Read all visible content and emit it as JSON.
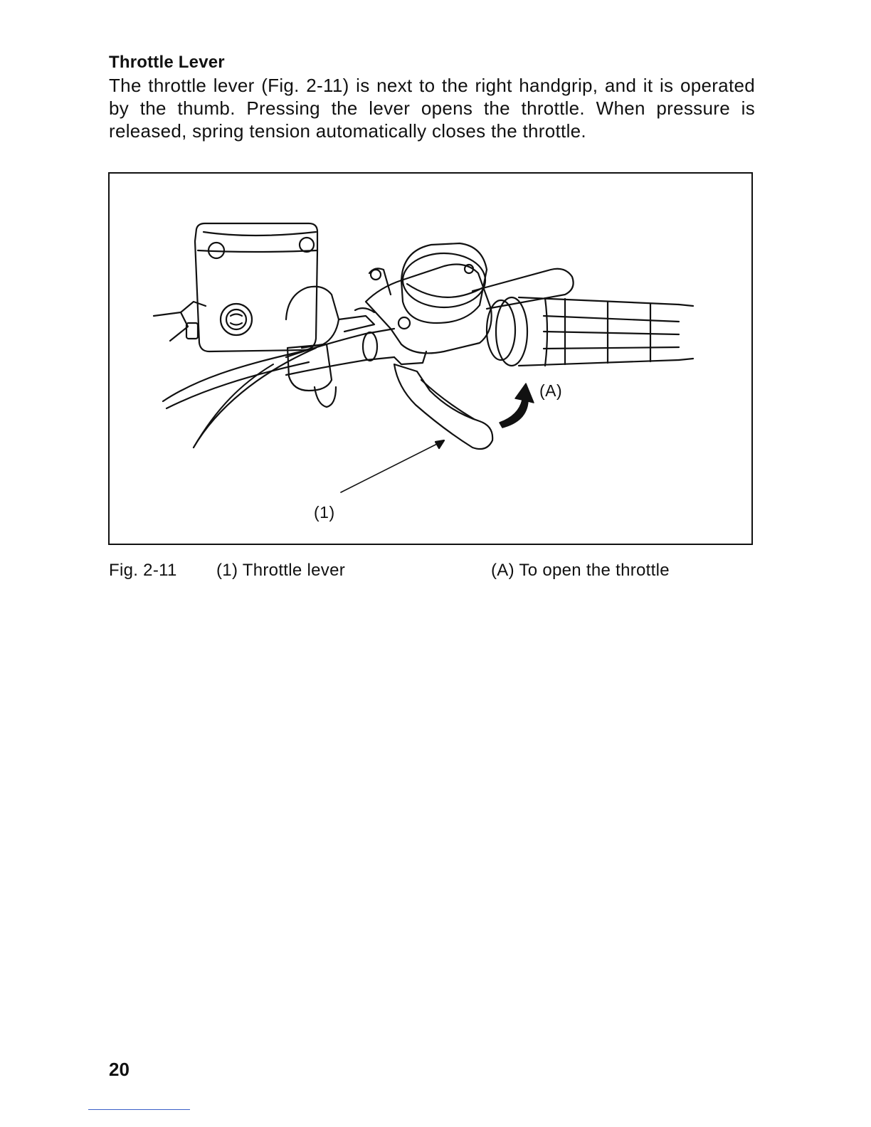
{
  "section": {
    "heading": "Throttle Lever",
    "body": "The throttle lever (Fig. 2-11) is next to the right handgrip, and it is operated by the thumb. Pressing the lever opens the throttle. When pressure is released, spring tension automatically closes the throttle."
  },
  "figure": {
    "callout_1": "(1)",
    "callout_a": "(A)",
    "caption": {
      "figure_number": "Fig. 2-11",
      "item_1": "(1) Throttle lever",
      "item_a": "(A) To open the throttle"
    }
  },
  "page": {
    "number": "20"
  }
}
